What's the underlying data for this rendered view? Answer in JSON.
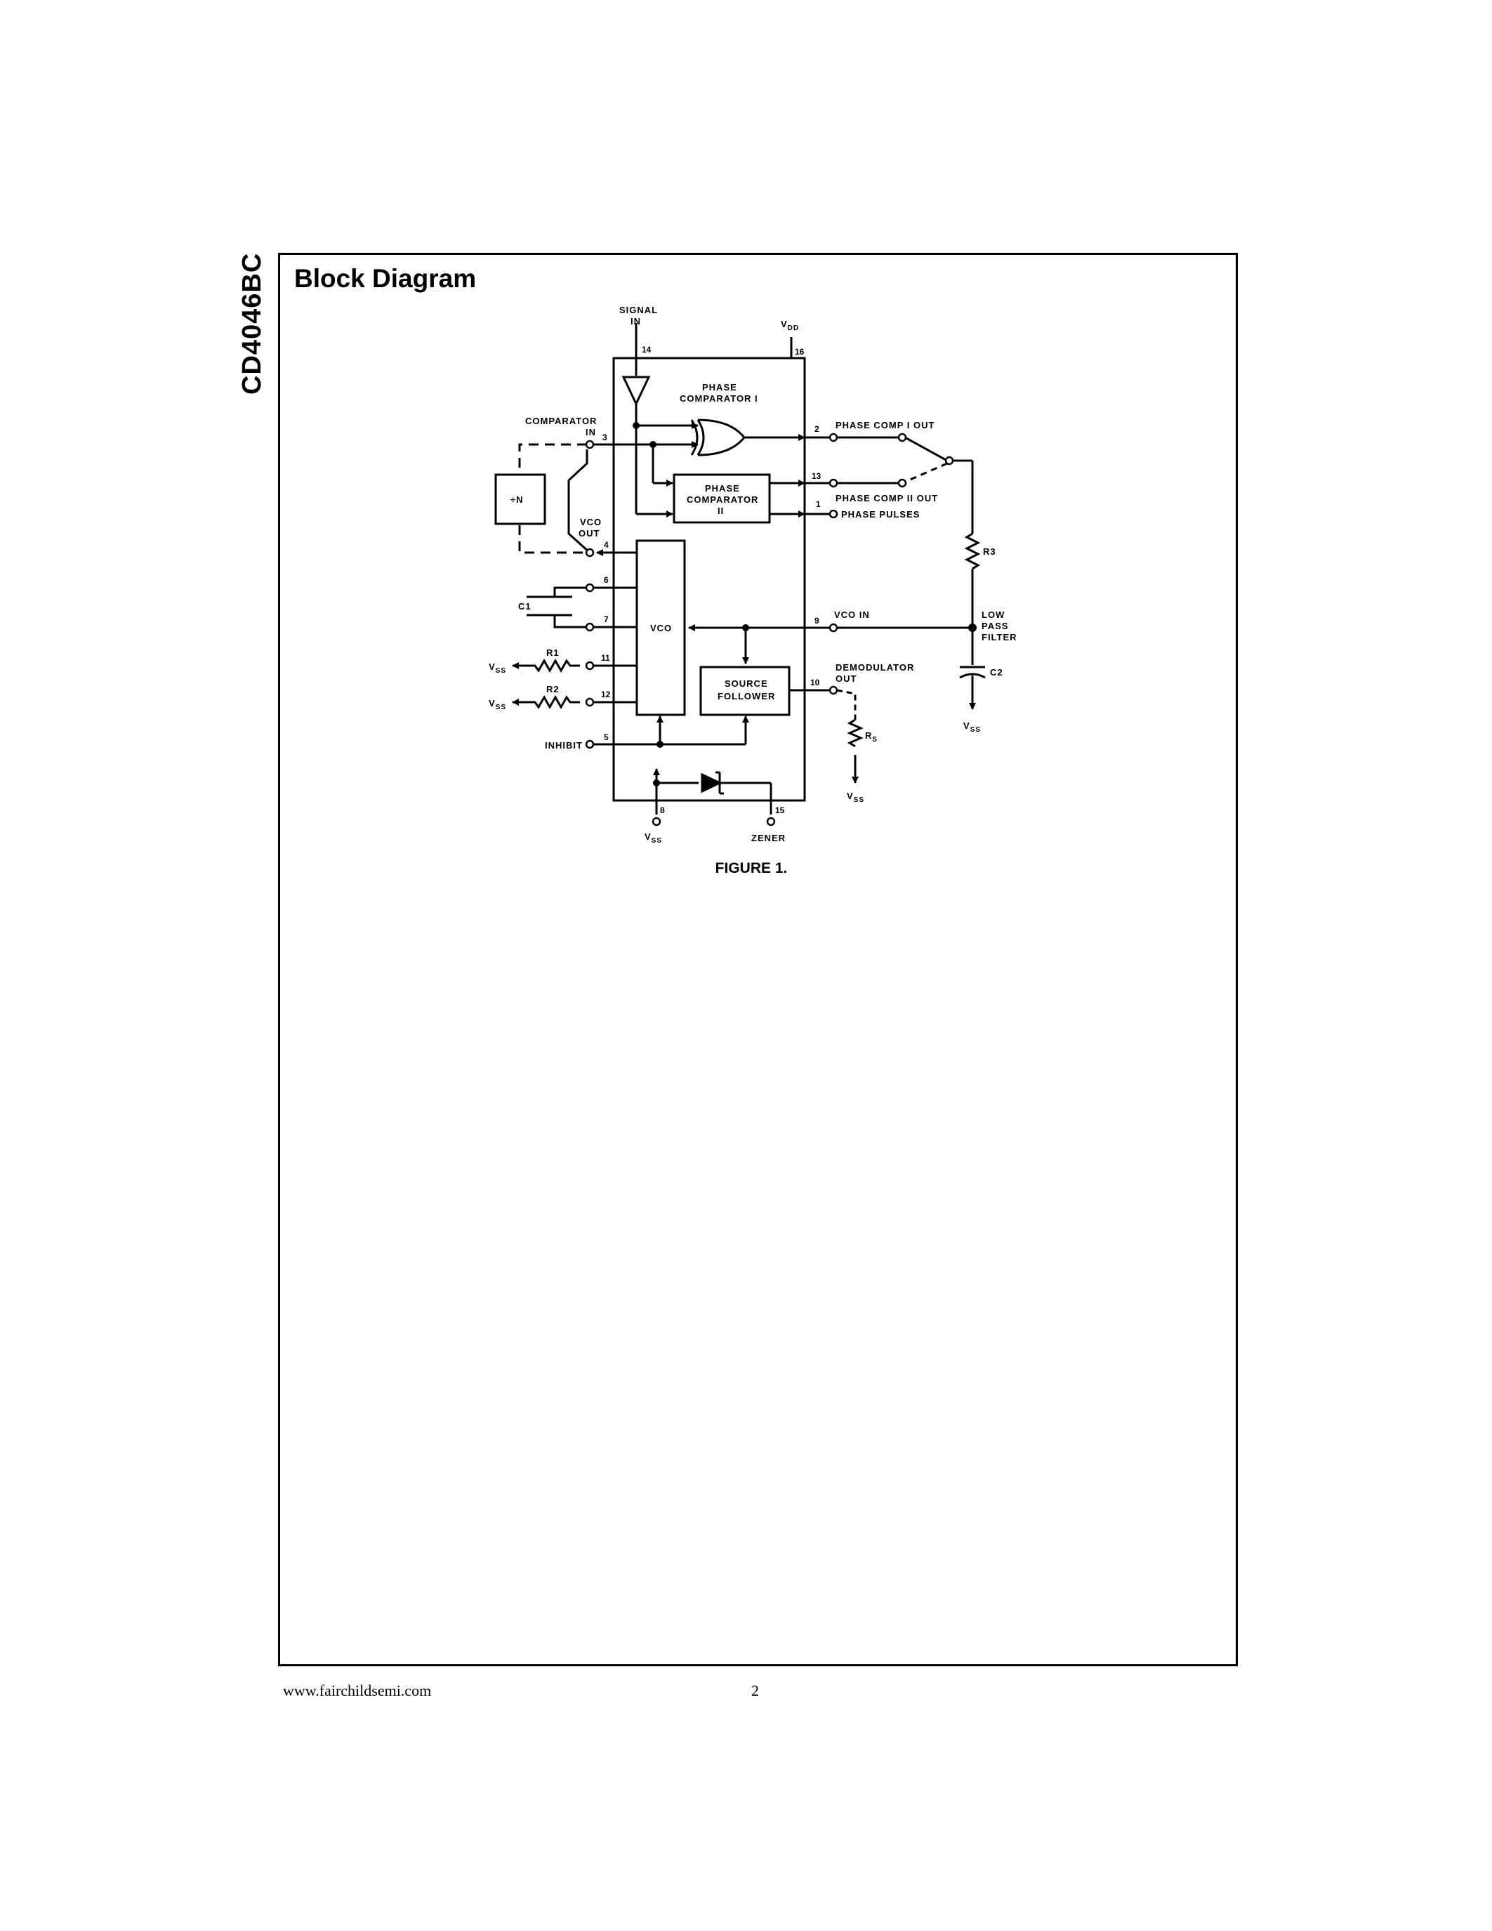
{
  "page": {
    "side_title": "CD4046BC",
    "section_title": "Block Diagram",
    "figure_caption": "FIGURE 1.",
    "footer_url": "www.fairchildsemi.com",
    "page_number": "2"
  },
  "diagram": {
    "signal_in_1": "SIGNAL",
    "signal_in_2": "IN",
    "vdd": "V",
    "vdd_sub": "DD",
    "phase_comp1_1": "PHASE",
    "phase_comp1_2": "COMPARATOR I",
    "comparator_in_1": "COMPARATOR",
    "comparator_in_2": "IN",
    "phase_comp2_1": "PHASE",
    "phase_comp2_2": "COMPARATOR",
    "phase_comp2_3": "II",
    "divider": "÷N",
    "vco_out_1": "VCO",
    "vco_out_2": "OUT",
    "vco": "VCO",
    "source_follower_1": "SOURCE",
    "source_follower_2": "FOLLOWER",
    "phase_comp_i_out": "PHASE COMP I OUT",
    "phase_comp_ii_out": "PHASE COMP II OUT",
    "phase_pulses": "PHASE PULSES",
    "vco_in": "VCO IN",
    "demod_out_1": "DEMODULATOR",
    "demod_out_2": "OUT",
    "low_pass_1": "LOW",
    "low_pass_2": "PASS",
    "low_pass_3": "FILTER",
    "r3": "R3",
    "c2": "C2",
    "c1": "C1",
    "r1": "R1",
    "r2": "R2",
    "rs": "R",
    "rs_sub": "S",
    "inhibit": "INHIBIT",
    "zener": "ZENER",
    "vss": "V",
    "vss_sub": "SS",
    "pins": {
      "p14": "14",
      "p16": "16",
      "p3": "3",
      "p2": "2",
      "p13": "13",
      "p1": "1",
      "p4": "4",
      "p6": "6",
      "p7": "7",
      "p9": "9",
      "p11": "11",
      "p12": "12",
      "p10": "10",
      "p5": "5",
      "p8": "8",
      "p15": "15"
    }
  }
}
